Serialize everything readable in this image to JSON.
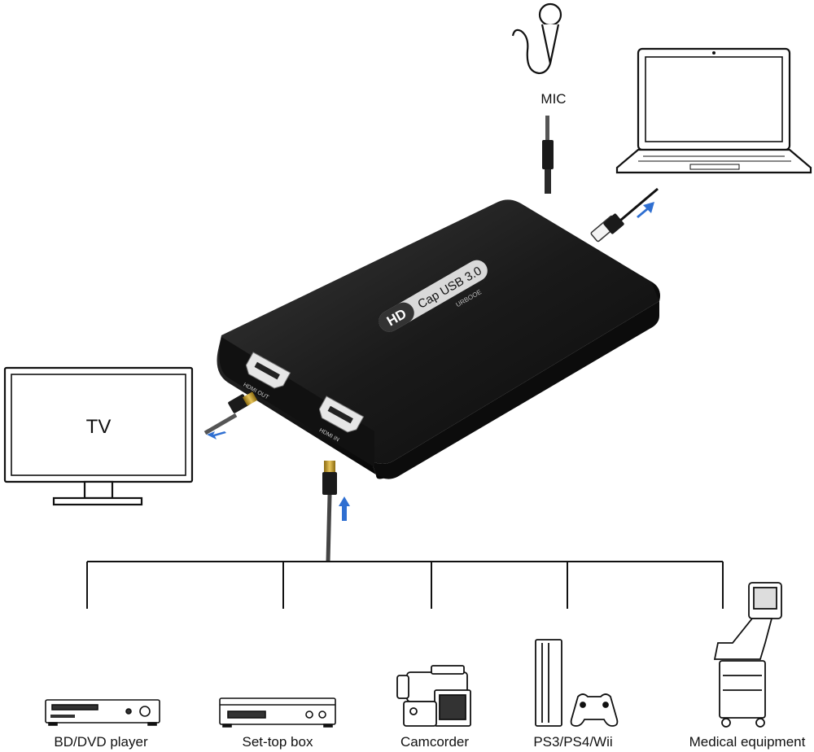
{
  "device": {
    "badge": "HD",
    "model": "Cap USB 3.0",
    "brand": "URBOOE",
    "port_out": "HDMI OUT",
    "port_in": "HDMI IN"
  },
  "inputs": {
    "mic": "MIC",
    "tv": "TV"
  },
  "sources": [
    {
      "label": "BD/DVD player",
      "icon": "dvd-player-icon"
    },
    {
      "label": "Set-top box",
      "icon": "set-top-box-icon"
    },
    {
      "label": "Camcorder",
      "icon": "camcorder-icon"
    },
    {
      "label": "PS3/PS4/Wii",
      "icon": "game-console-icon"
    },
    {
      "label": "Medical equipment",
      "icon": "medical-equipment-icon"
    }
  ],
  "colors": {
    "arrow": "#2f6fd1",
    "device": "#141414",
    "line": "#111111"
  }
}
